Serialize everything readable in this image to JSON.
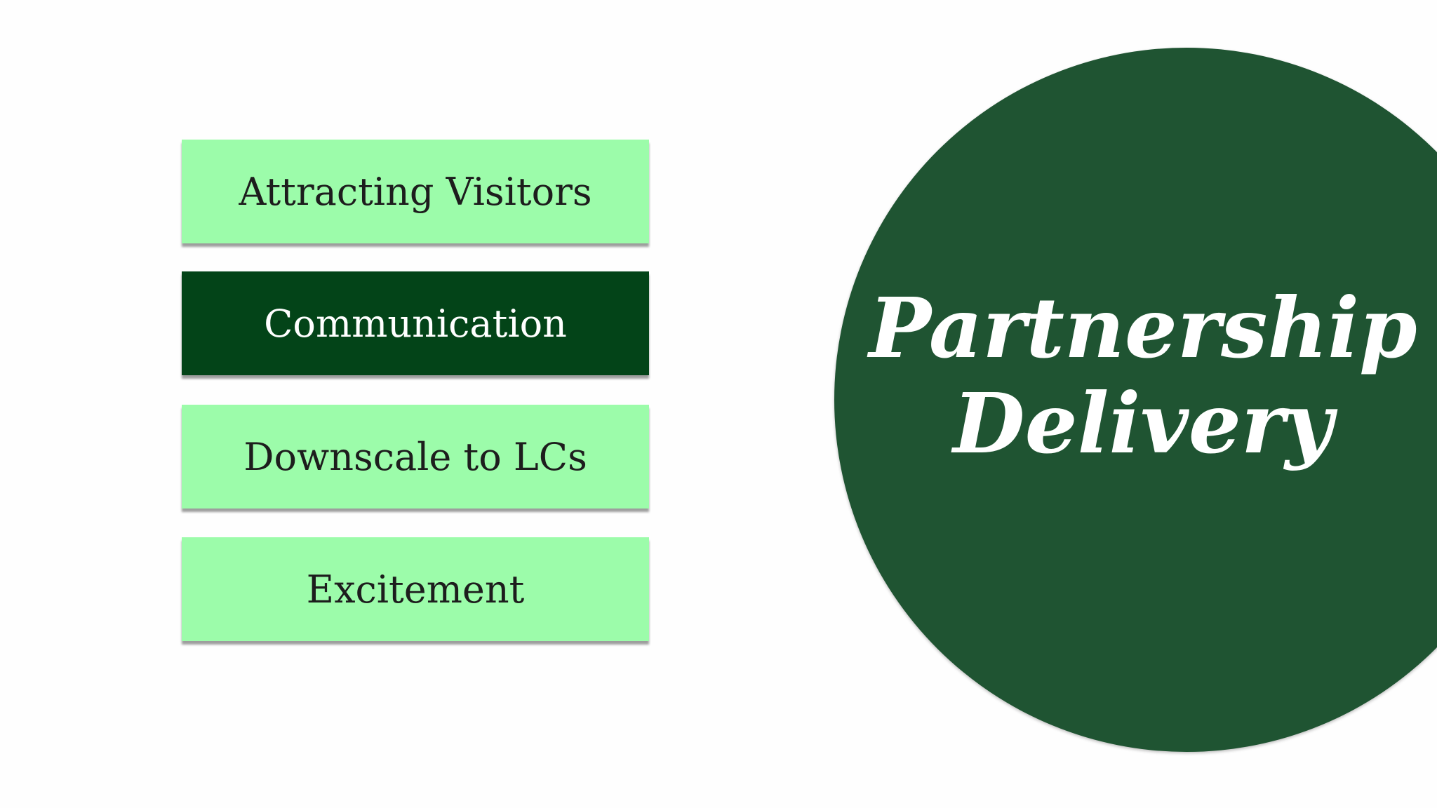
{
  "slide": {
    "menu_items": [
      {
        "label": "Attracting Visitors",
        "active": false
      },
      {
        "label": "Communication",
        "active": true
      },
      {
        "label": "Downscale to LCs",
        "active": false
      },
      {
        "label": "Excitement",
        "active": false
      }
    ],
    "circle": {
      "title_line1": "Partnership",
      "title_line2": "Delivery"
    },
    "colors": {
      "inactive_box": "#9cfcaa",
      "active_box": "#034418",
      "circle": "#1f5432",
      "background": "#fefefe"
    }
  }
}
